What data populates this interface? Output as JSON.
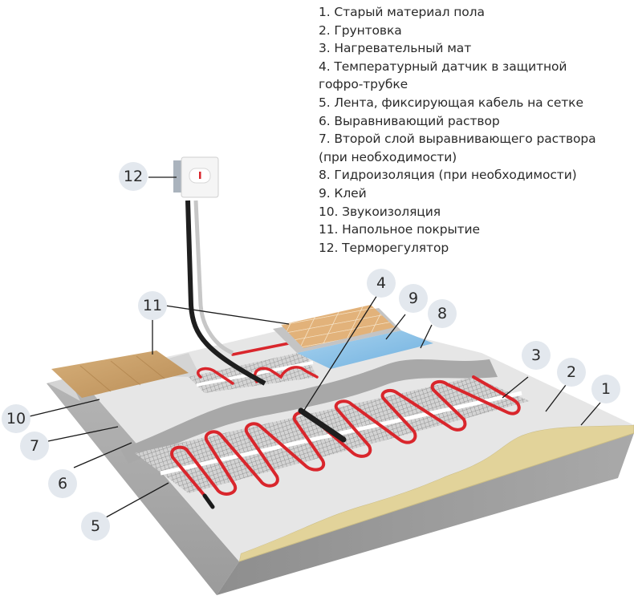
{
  "title": "Схема укладки нагревательного мата",
  "legend": [
    {
      "num": "1",
      "text": "1. Старый материал пола"
    },
    {
      "num": "2",
      "text": "2. Грунтовка"
    },
    {
      "num": "3",
      "text": "3. Нагревательный мат"
    },
    {
      "num": "4",
      "text": "4. Температурный датчик в защитной"
    },
    {
      "num": "4b",
      "text": "гофро-трубке"
    },
    {
      "num": "5",
      "text": "5. Лента, фиксирующая кабель на сетке"
    },
    {
      "num": "6",
      "text": "6. Выравнивающий раствор"
    },
    {
      "num": "7",
      "text": "7. Второй слой выравнивающего раствора"
    },
    {
      "num": "7b",
      "text": "(при необходимости)"
    },
    {
      "num": "8",
      "text": "8. Гидроизоляция (при необходимости)"
    },
    {
      "num": "9",
      "text": "9. Клей"
    },
    {
      "num": "10",
      "text": "10. Звукоизоляция"
    },
    {
      "num": "11",
      "text": "11. Напольное покрытие"
    },
    {
      "num": "12",
      "text": "12. Терморегулятор"
    }
  ],
  "callouts": {
    "c1": "1",
    "c2": "2",
    "c3": "3",
    "c4": "4",
    "c5": "5",
    "c6": "6",
    "c7": "7",
    "c8": "8",
    "c9": "9",
    "c10": "10",
    "c11": "11",
    "c12": "12"
  },
  "colors": {
    "heating_cable": "#d9262c",
    "concrete": "#9a9a9a",
    "primer": "#e4e4e4",
    "old_floor": "#e2d39a",
    "waterproofing": "#8fc4e8",
    "wood": "#c9a06a",
    "tile": "#e3b77e",
    "callout_bg": "#e3e8ee"
  }
}
